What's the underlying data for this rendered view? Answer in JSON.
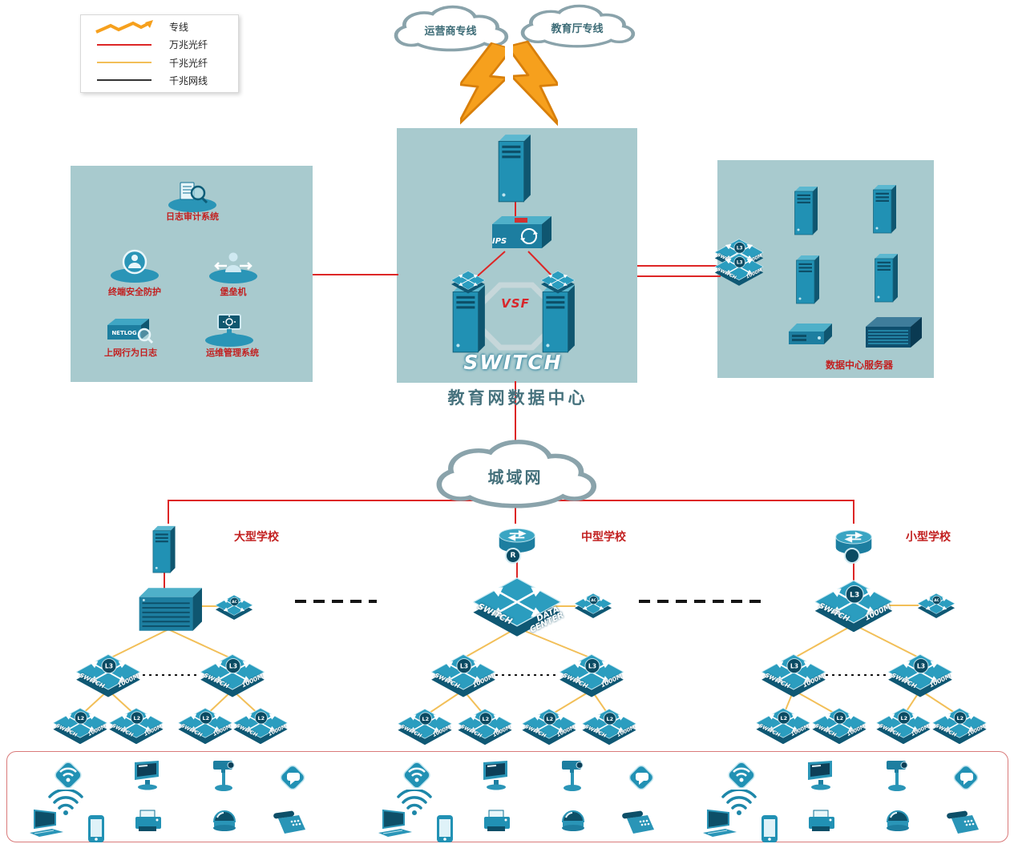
{
  "legend": {
    "items": [
      {
        "label": "专线"
      },
      {
        "label": "万兆光纤"
      },
      {
        "label": "千兆光纤"
      },
      {
        "label": "千兆网线"
      }
    ]
  },
  "clouds": {
    "carrier": "运营商专线",
    "education": "教育厅专线",
    "man": "城域网"
  },
  "datacenter": {
    "title": "教育网数据中心",
    "ips": "IPS",
    "vsf": "VSF",
    "watermark": "SWITCH"
  },
  "security_zone": {
    "items": [
      "日志审计系统",
      "终端安全防护",
      "堡垒机",
      "上网行为日志",
      "运维管理系统"
    ],
    "netlog": "NETLOG"
  },
  "server_zone": {
    "caption": "数据中心服务器"
  },
  "schools": [
    {
      "name": "大型学校"
    },
    {
      "name": "中型学校"
    },
    {
      "name": "小型学校"
    }
  ],
  "labels": {
    "switch": "SWITCH",
    "speed": "1000M",
    "l3": "L3",
    "l2": "L2",
    "ac": "AC",
    "router": "R",
    "data": "DATA",
    "center": "CENTER"
  },
  "endpoint_devices": [
    "wlan-ap",
    "desktop-monitor",
    "ptz-camera",
    "voice-terminal",
    "wifi-signal",
    "laptop",
    "smartphone",
    "printer",
    "dome-camera",
    "ip-phone"
  ],
  "colors": {
    "line_10g": "#dd2626",
    "line_1g": "#f2bf58",
    "line_cat5": "#111111",
    "zone_bg": "#a8cace",
    "device_teal": "#2191b4",
    "accent_red": "#c22020"
  }
}
